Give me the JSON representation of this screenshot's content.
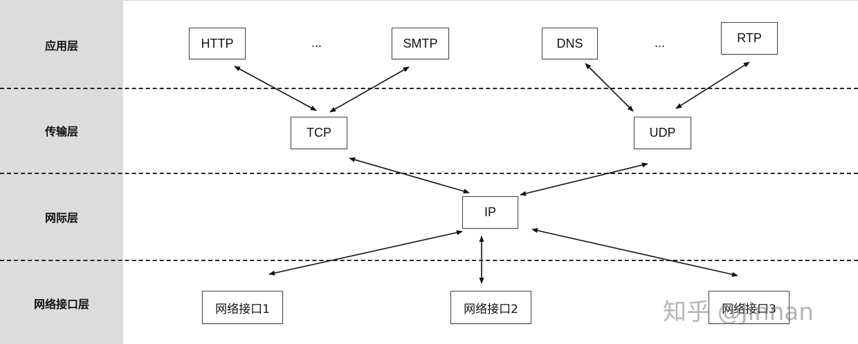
{
  "layers": [
    {
      "label": "应用层"
    },
    {
      "label": "传输层"
    },
    {
      "label": "网际层"
    },
    {
      "label": "网络接口层"
    }
  ],
  "application": {
    "http": "HTTP",
    "ellipsis1": "...",
    "smtp": "SMTP",
    "dns": "DNS",
    "ellipsis2": "...",
    "rtp": "RTP"
  },
  "transport": {
    "tcp": "TCP",
    "udp": "UDP"
  },
  "internet": {
    "ip": "IP"
  },
  "link": {
    "if1": "网络接口1",
    "if2": "网络接口2",
    "if3": "网络接口3"
  },
  "watermark": "知乎 @Jinnan"
}
